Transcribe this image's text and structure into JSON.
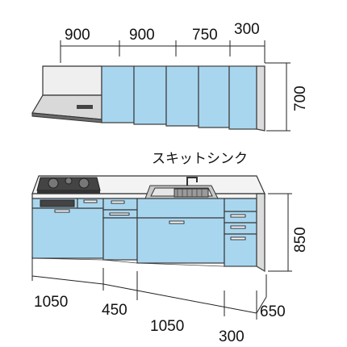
{
  "upper": {
    "widths": [
      "900",
      "900",
      "750",
      "300"
    ],
    "height": "700"
  },
  "base": {
    "sink_label": "スキットシンク",
    "height": "850",
    "widths_row1": [
      "1050",
      "450"
    ],
    "widths_row2": [
      "1050",
      "300"
    ],
    "depth": "650"
  },
  "colors": {
    "door": "#a9d6ef",
    "body": "#dcdcdc",
    "counter": "#f3f3f3"
  }
}
